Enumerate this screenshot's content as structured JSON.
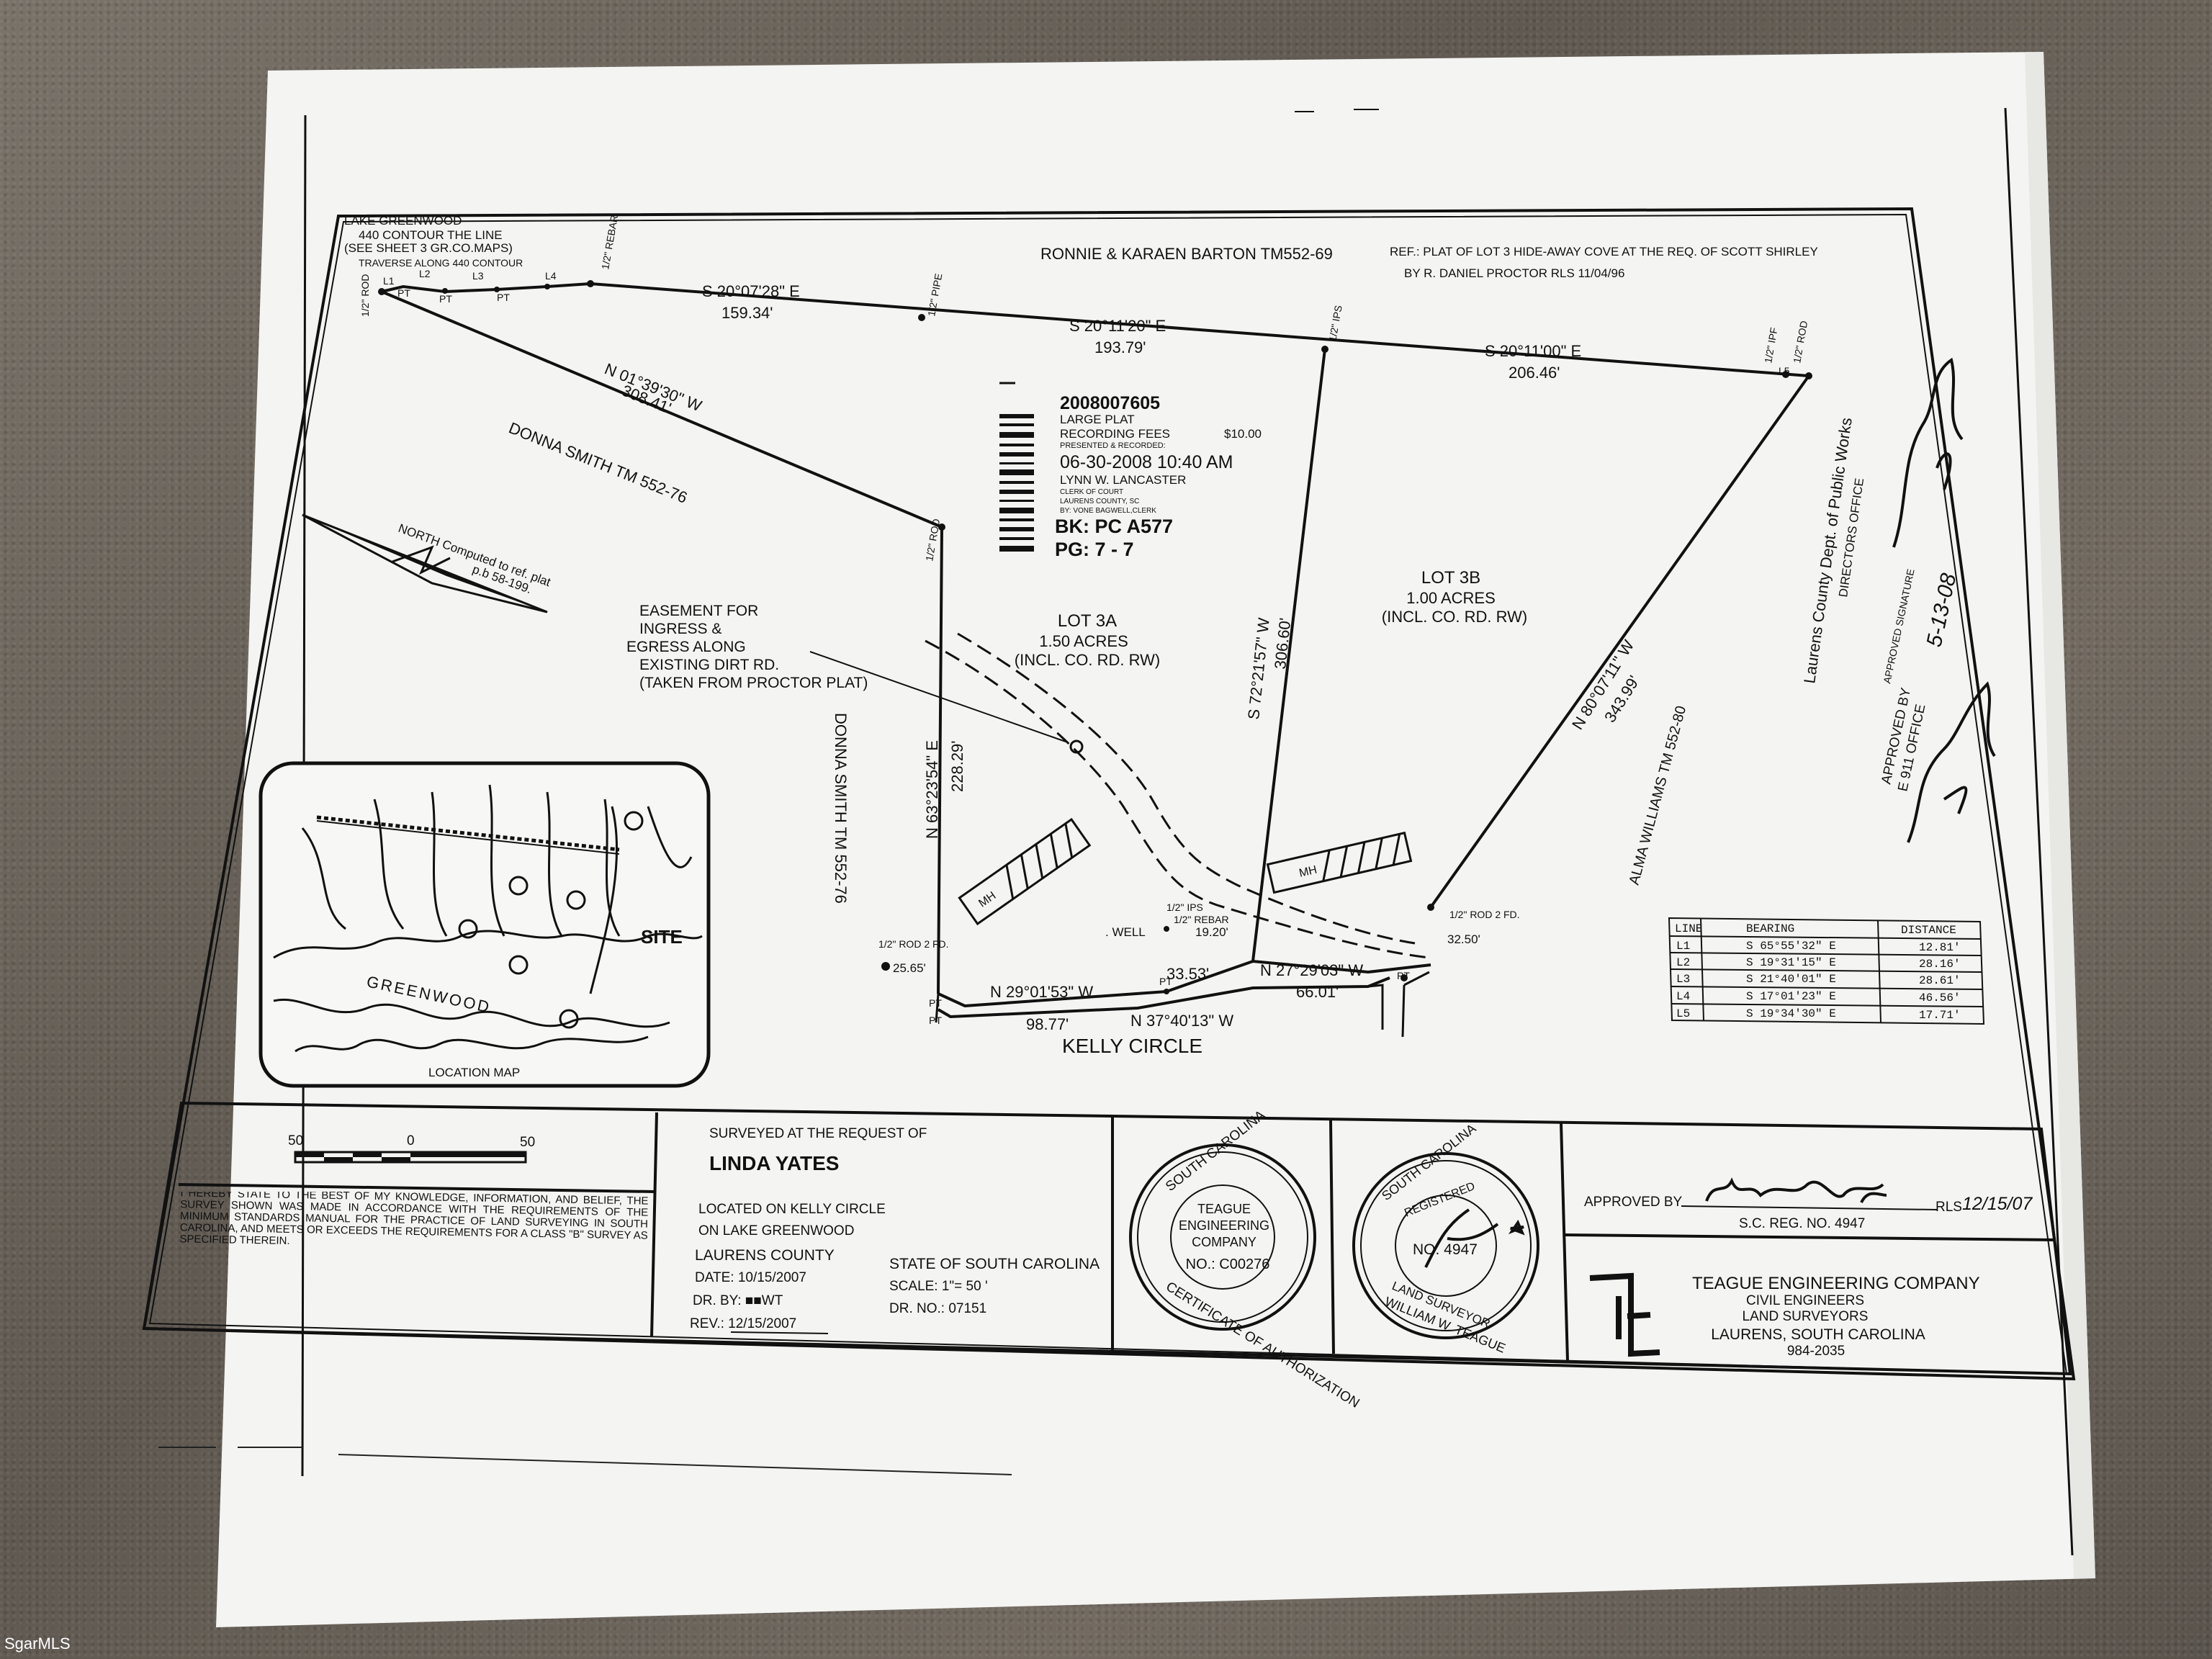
{
  "header": {
    "lake_line": [
      "LAKE GREENWOOD",
      "440 CONTOUR THE LINE",
      "(SEE SHEET 3 GR.CO.MAPS)"
    ],
    "traverse": "TRAVERSE ALONG 440 CONTOUR",
    "neighbor_top": "RONNIE & KARAEN BARTON  TM552-69",
    "ref": [
      "REF.:  PLAT OF LOT 3 HIDE-AWAY COVE AT THE REQ. OF SCOTT SHIRLEY",
      "BY R. DANIEL PROCTOR RLS   11/04/96"
    ]
  },
  "bearings": {
    "top1": "S 20°07'28\" E",
    "top1_dist": "159.34'",
    "top2": "S 20°11'20\" E",
    "top2_dist": "193.79'",
    "top3": "S 20°11'00\" E",
    "top3_dist": "206.46'",
    "left_diag": "N 01°39'30\" W",
    "left_diag_dist": "308.41'",
    "left_vert": "N 63°23'54\" E",
    "left_vert_dist": "228.29'",
    "mid_vert": "S 72°21'57\" W",
    "mid_vert_dist": "306.60'",
    "right_diag": "N 80°07'11\" W",
    "right_diag_dist": "343.99'",
    "bottom1": "N 29°01'53\" W",
    "bottom1_dist": "33.53'",
    "bottom2": "N 27°29'03\" W",
    "bottom3": "98.77'",
    "bottom4": "N 37°40'13\" W",
    "bottom4_dist": "66.01'"
  },
  "markers": {
    "pt": "PT",
    "rod": "1/2\" ROD",
    "rod_fd": "1/2\" ROD 2 FD.",
    "rebar": "1/2\" REBAR",
    "ipf": "1/2\" IPF",
    "ips": "1/2\" IPS",
    "pipe": "1/2\" PIPE",
    "l1": "L1",
    "l2": "L2",
    "l3": "L3",
    "l4": "L4",
    "l5": "L5",
    "d1": "19.20'",
    "d2": "25.65'",
    "d3": "32.50'",
    "well": ". WELL",
    "mh": "MH"
  },
  "recording": {
    "number": "2008007605",
    "line1": "LARGE PLAT",
    "line2": "RECORDING FEES",
    "fee": "$10.00",
    "line3": "PRESENTED & RECORDED:",
    "date": "06-30-2008 10:40 AM",
    "clerk": "LYNN W. LANCASTER",
    "clerk2": "CLERK OF COURT",
    "county": "LAURENS COUNTY, SC",
    "by": "BY: VONE BAGWELL,CLERK",
    "book": "BK: PC A577",
    "page": "PG: 7 - 7"
  },
  "labels": {
    "donna_top": "DONNA SMITH  TM 552-76",
    "donna_left": "DONNA SMITH  TM 552-76",
    "north": "NORTH Computed to ref. plat",
    "north2": "p.b 58-199.",
    "easement": [
      "EASEMENT FOR",
      "INGRESS &",
      "EGRESS ALONG",
      "EXISTING DIRT RD.",
      "(TAKEN FROM PROCTOR PLAT)"
    ],
    "lot3a": [
      "LOT 3A",
      "1.50 ACRES",
      "(INCL. CO. RD. RW)"
    ],
    "lot3b": [
      "LOT 3B",
      "1.00 ACRES",
      "(INCL. CO. RD. RW)"
    ],
    "alma": "ALMA WILLIAMS TM 552-80",
    "kelly": "KELLY CIRCLE",
    "location_map": "LOCATION MAP",
    "site": "SITE",
    "greenwood": "GREENWOOD"
  },
  "stamp_side": {
    "dept": "Laurens County Dept. of Public Works",
    "office": "DIRECTORS OFFICE",
    "approved_sig": "APPROVED SIGNATURE",
    "date": "5-13-08",
    "approved_by": "APPROVED BY",
    "e911": "E 911 OFFICE"
  },
  "line_table": {
    "headers": [
      "LINE",
      "BEARING",
      "DISTANCE"
    ],
    "rows": [
      [
        "L1",
        "S 65°55'32\" E",
        "12.81'"
      ],
      [
        "L2",
        "S 19°31'15\" E",
        "28.16'"
      ],
      [
        "L3",
        "S 21°40'01\" E",
        "28.61'"
      ],
      [
        "L4",
        "S 17°01'23\" E",
        "46.56'"
      ],
      [
        "L5",
        "S 19°34'30\" E",
        "17.71'"
      ]
    ]
  },
  "title_block": {
    "scale_nums": [
      "50",
      "0",
      "50"
    ],
    "certification": "I HEREBY STATE TO THE BEST OF MY KNOWLEDGE, INFORMATION, AND BELIEF, THE SURVEY SHOWN WAS MADE IN ACCORDANCE WITH THE REQUIREMENTS OF THE MINIMUM STANDARDS MANUAL FOR THE PRACTICE OF LAND SURVEYING IN SOUTH CAROLINA, AND MEETS OR EXCEEDS THE REQUIREMENTS FOR A CLASS \"B\" SURVEY AS SPECIFIED THEREIN.",
    "surveyed_for": "SURVEYED AT THE REQUEST OF",
    "client": "LINDA YATES",
    "location1": "LOCATED ON KELLY CIRCLE",
    "location2": "ON LAKE GREENWOOD",
    "county": "LAURENS COUNTY",
    "state": "STATE OF SOUTH CAROLINA",
    "date": "DATE: 10/15/2007",
    "scale": "SCALE: 1\"= 50 '",
    "drby": "DR. BY: ■■WT",
    "drno": "DR. NO.: 07151",
    "rev": "REV.: 12/15/2007",
    "seal1": [
      "SOUTH CAROLINA",
      "TEAGUE",
      "ENGINEERING",
      "COMPANY",
      "NO.: C00276",
      "CERTIFICATE OF AUTHORIZATION"
    ],
    "seal2": [
      "SOUTH CAROLINA",
      "REGISTERED",
      "NO. 4947",
      "LAND SURVEYOR",
      "WILLIAM W. TEAGUE"
    ],
    "approved_by": "APPROVED BY",
    "rls": "RLS",
    "rls_date": "12/15/07",
    "reg_no": "S.C. REG. NO. 4947",
    "company": "TEAGUE ENGINEERING COMPANY",
    "sub1": "CIVIL ENGINEERS",
    "sub2": "LAND SURVEYORS",
    "city": "LAURENS, SOUTH CAROLINA",
    "phone": "984-2035"
  },
  "watermark": "SgarMLS"
}
